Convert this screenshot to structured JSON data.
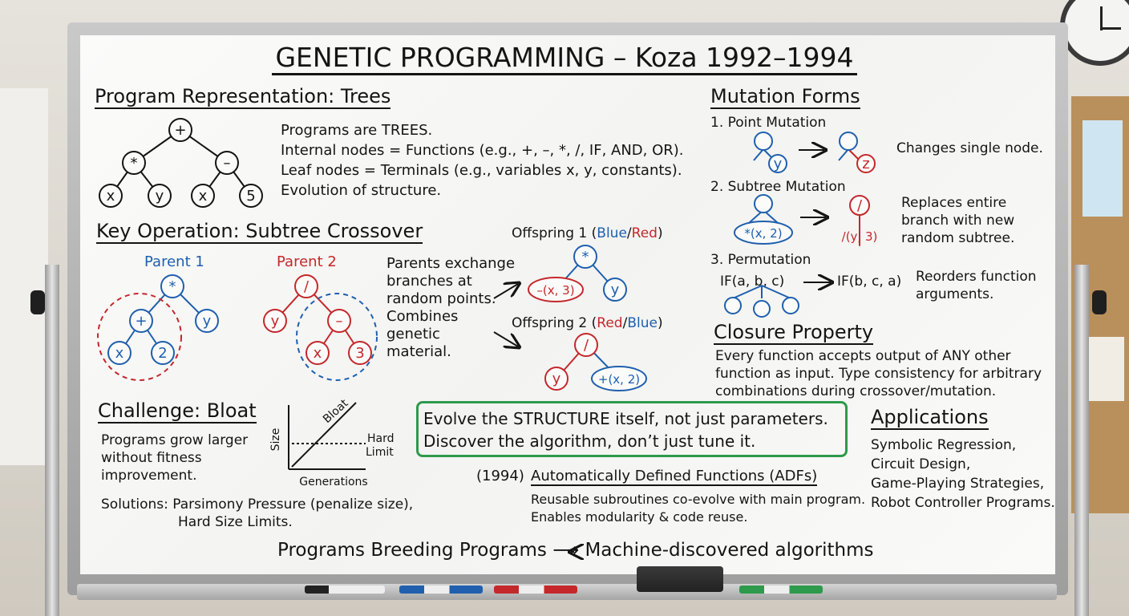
{
  "title": "GENETIC PROGRAMMING – Koza 1992–1994",
  "representation": {
    "heading": "Program Representation: Trees",
    "lines": [
      "Programs are TREES.",
      "Internal nodes = Functions (e.g., +, –, *, /, IF, AND, OR).",
      "Leaf nodes = Terminals (e.g., variables x, y, constants).",
      "Evolution of structure."
    ],
    "tree_nodes": [
      "+",
      "*",
      "–",
      "x",
      "y",
      "x",
      "5"
    ]
  },
  "crossover": {
    "heading": "Key Operation: Subtree Crossover",
    "parent1_label": "Parent 1",
    "parent2_label": "Parent 2",
    "parent1_nodes": [
      "*",
      "+",
      "y",
      "x",
      "2"
    ],
    "parent2_nodes": [
      "/",
      "y",
      "–",
      "x",
      "3"
    ],
    "description": [
      "Parents exchange",
      "branches at",
      "random points.",
      "Combines",
      "genetic",
      "material."
    ],
    "offspring1_label": {
      "prefix": "Offspring 1 (",
      "first": "Blue",
      "sep": "/",
      "second": "Red",
      "suffix": ")"
    },
    "offspring2_label": {
      "prefix": "Offspring 2 (",
      "first": "Red",
      "sep": "/",
      "second": "Blue",
      "suffix": ")"
    },
    "offspring1_nodes": [
      "*",
      "–(x, 3)",
      "y"
    ],
    "offspring2_nodes": [
      "/",
      "y",
      "+(x, 2)"
    ]
  },
  "mutation": {
    "heading": "Mutation Forms",
    "point": {
      "label": "1. Point Mutation",
      "desc": "Changes single node.",
      "nodes": [
        "y",
        "z"
      ]
    },
    "subtree": {
      "label": "2. Subtree Mutation",
      "desc": [
        "Replaces entire",
        "branch with new",
        "random subtree."
      ],
      "nodes": [
        "*(x, 2)",
        "/",
        "/(y, 3)"
      ]
    },
    "permutation": {
      "label": "3. Permutation",
      "from": "IF(a, b, c)",
      "to": "IF(b, c, a)",
      "desc": [
        "Reorders function",
        "arguments."
      ]
    }
  },
  "closure": {
    "heading": "Closure Property",
    "lines": [
      "Every function accepts output of ANY other",
      "function as input. Type consistency for arbitrary",
      "combinations during crossover/mutation."
    ]
  },
  "bloat": {
    "heading": "Challenge: Bloat",
    "lines": [
      "Programs grow larger",
      "without fitness",
      "improvement."
    ],
    "solutions": [
      "Solutions: Parsimony Pressure (penalize size),",
      "Hard Size Limits."
    ],
    "chart": {
      "y_label": "Size",
      "x_label": "Generations",
      "curve_label": "Bloat",
      "limit_label": [
        "Hard",
        "Limit"
      ]
    }
  },
  "key_message": {
    "lines": [
      "Evolve the STRUCTURE itself, not just parameters.",
      "Discover the algorithm, don’t just tune it."
    ],
    "color": "#2e9a4b"
  },
  "adf": {
    "year": "(1994)",
    "heading": "Automatically Defined Functions (ADFs)",
    "lines": [
      "Reusable subroutines co-evolve with main program.",
      "Enables modularity & code reuse."
    ]
  },
  "applications": {
    "heading": "Applications",
    "items": [
      "Symbolic Regression,",
      "Circuit Design,",
      "Game-Playing Strategies,",
      "Robot Controller Programs."
    ]
  },
  "footer": "Programs Breeding Programs ⟶ Machine-discovered algorithms",
  "colors": {
    "blue": "#1f5fae",
    "red": "#c4282b",
    "green": "#2e9a4b",
    "ink": "#141414"
  }
}
